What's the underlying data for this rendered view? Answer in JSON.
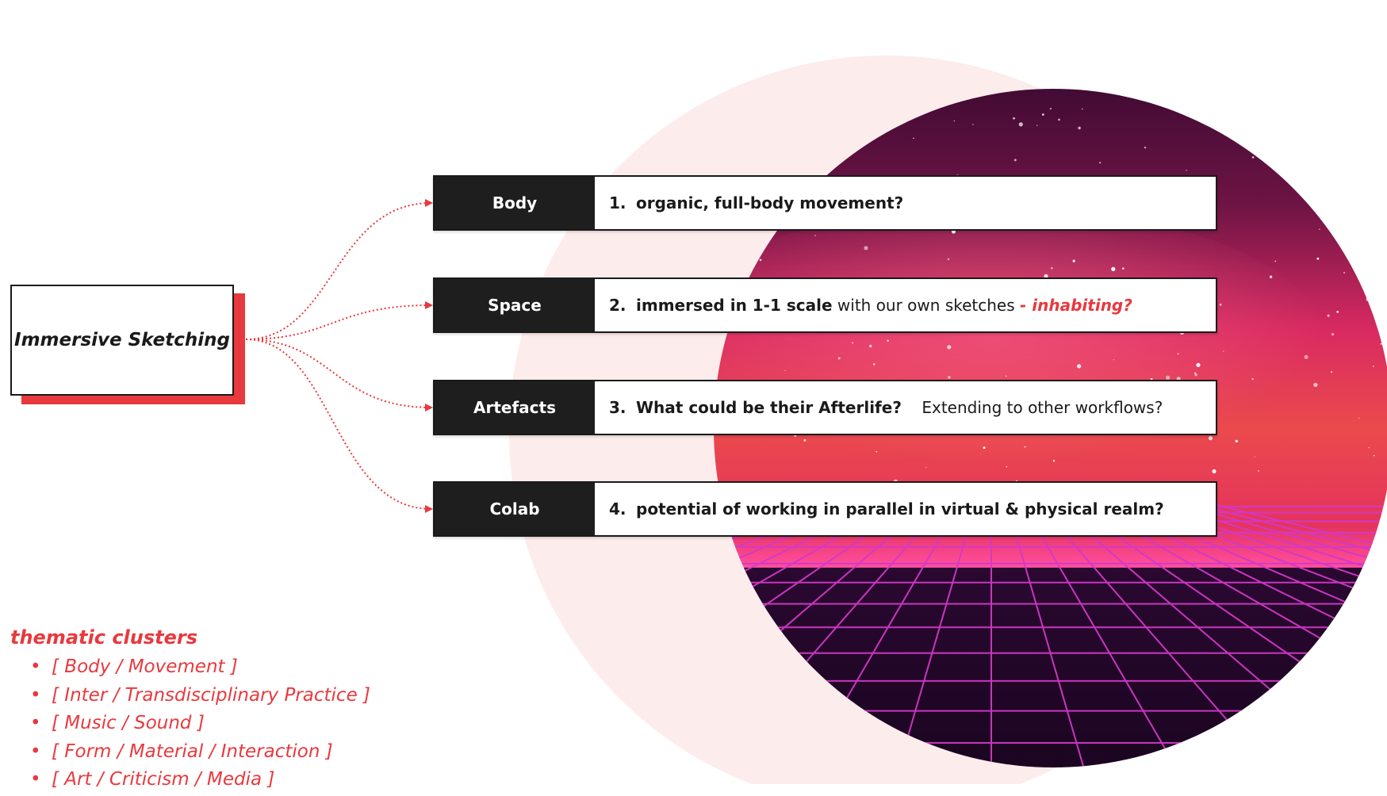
{
  "hub": {
    "label": "Immersive Sketching"
  },
  "rows": [
    {
      "tag": "Body",
      "number": "1.",
      "bold": "organic, full-body movement?",
      "plain": "",
      "red": ""
    },
    {
      "tag": "Space",
      "number": "2.",
      "bold": "immersed in 1-1 scale",
      "plain": " with our own sketches ",
      "red": "- inhabiting?"
    },
    {
      "tag": "Artefacts",
      "number": "3.",
      "bold": "What could be their Afterlife?",
      "plain": "    Extending to other workflows?",
      "red": ""
    },
    {
      "tag": "Colab",
      "number": "4.",
      "bold": "potential of working in parallel in virtual & physical realm?",
      "plain": "",
      "red": ""
    }
  ],
  "clusters": {
    "title": "thematic clusters",
    "items": [
      "[ Body / Movement ]",
      "[ Inter / Transdisciplinary Practice ]",
      "[ Music / Sound ]",
      "[ Form / Material / Interaction ]",
      "[ Art / Criticism / Media ]"
    ]
  },
  "colors": {
    "accent": "#e8393e",
    "dark": "#1e1e1e",
    "pale_circle": "#fdecec",
    "grid_line": "#d338c8"
  },
  "image": {
    "description_icon": "synthwave-grid-sunset-circle"
  }
}
